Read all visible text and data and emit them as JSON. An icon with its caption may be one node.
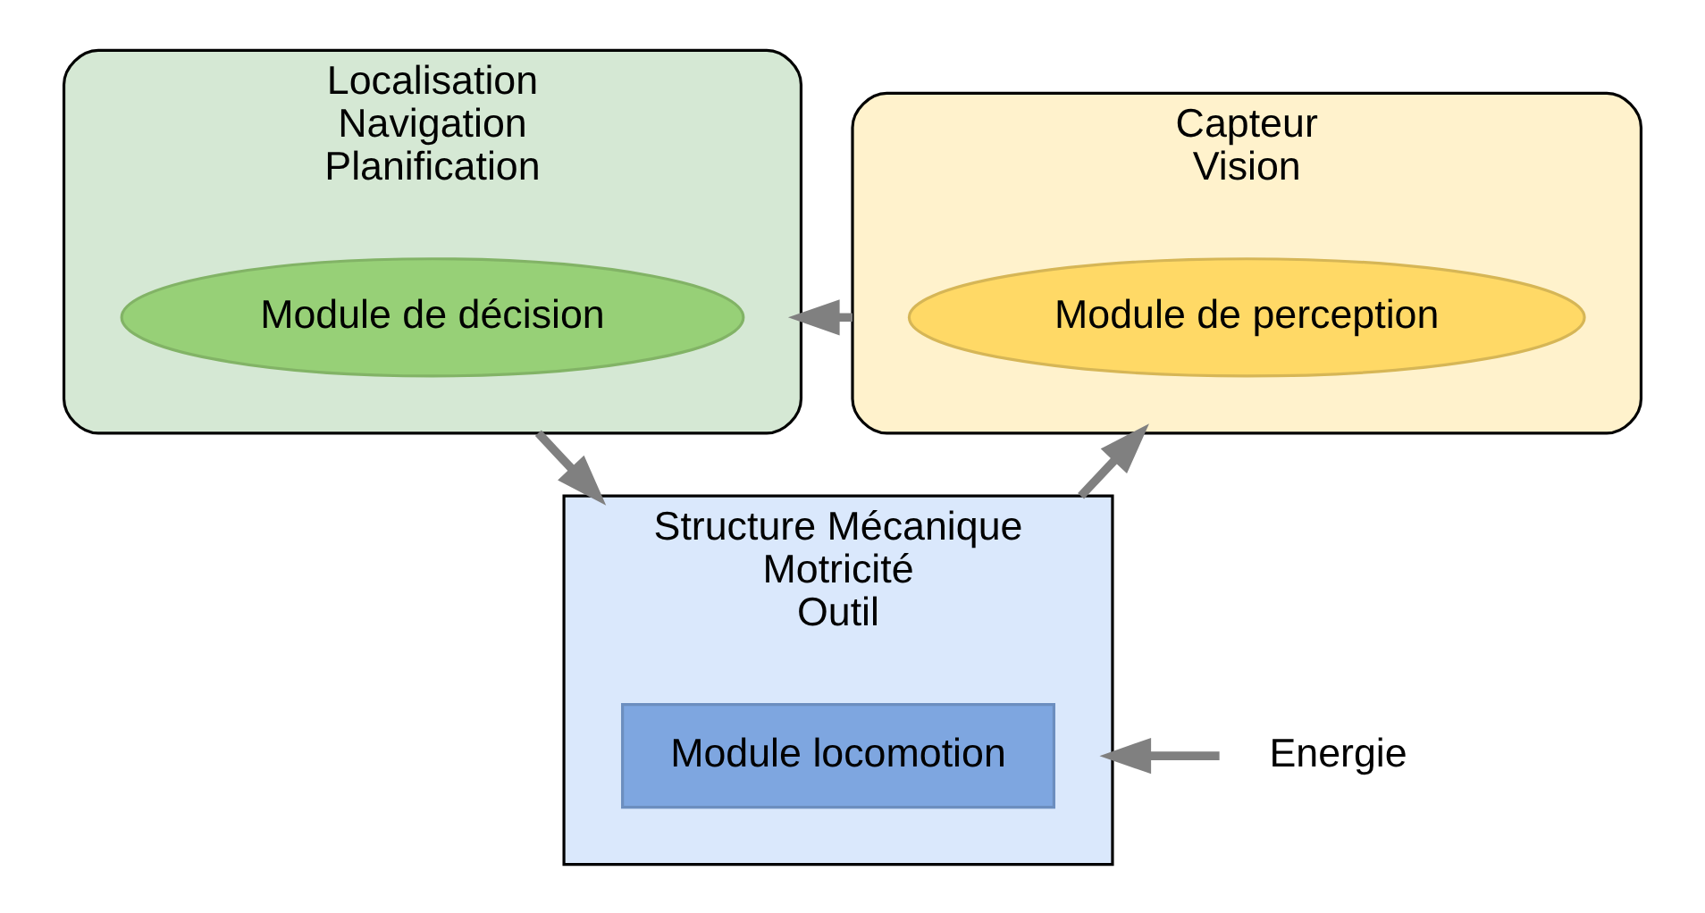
{
  "diagram": {
    "nodes": [
      {
        "text": [
          "Localisation",
          "Navigation",
          "Planification"
        ]
      },
      {
        "text": [
          "Module de décision"
        ],
        "in": 0
      },
      {
        "text": [
          "Capteur",
          "Vision"
        ]
      },
      {
        "text": [
          "Module de perception"
        ],
        "in": 2
      },
      {
        "text": [
          "Structure Mécanique",
          "Motricité",
          "Outil"
        ]
      },
      {
        "text": [
          "Module locomotion"
        ],
        "in": 4
      },
      {
        "text": [
          "Energie"
        ]
      }
    ],
    "edges": [
      {
        "from": 2,
        "to": 0,
        "arrow": "to"
      },
      {
        "from": 0,
        "to": 4,
        "arrow": "to"
      },
      {
        "from": 4,
        "to": 2,
        "arrow": "to"
      },
      {
        "from": 6,
        "to": 4,
        "arrow": "to"
      }
    ]
  }
}
